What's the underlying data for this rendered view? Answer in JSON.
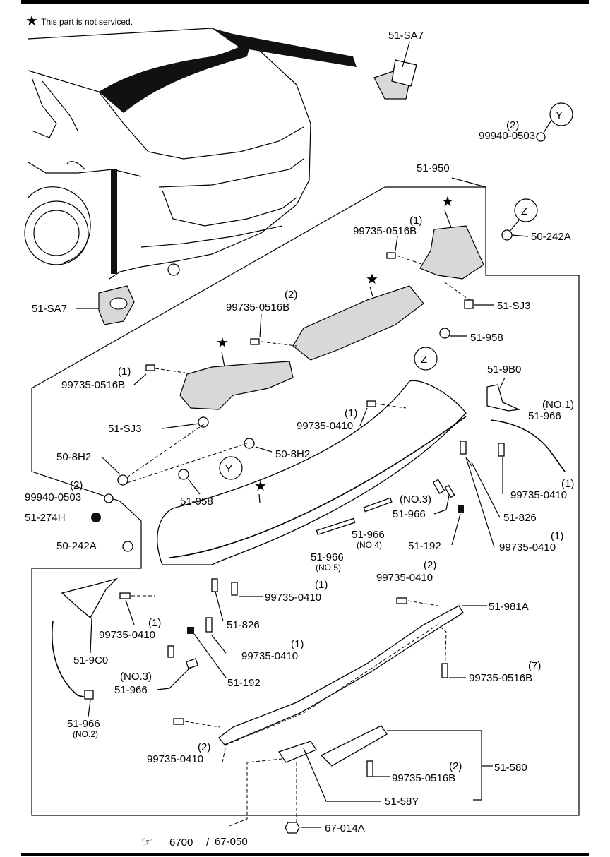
{
  "note": "This part is not serviced.",
  "labels": {
    "sa7_top": "51-SA7",
    "y_sym": "Y",
    "p99940_qty": "(2)",
    "p99940": "99940-0503",
    "p51_950": "51-950",
    "z_sym": "Z",
    "p50_242a": "50-242A",
    "sa7_left": "51-SA7",
    "b1_qty": "(1)",
    "b1": "99735-0516B",
    "b2_qty": "(2)",
    "b2": "99735-0516B",
    "sj3_right": "51-SJ3",
    "p958_right": "51-958",
    "z_sym2": "Z",
    "b3_qty": "(1)",
    "b3": "99735-0516B",
    "p9b0": "51-9B0",
    "no1": "(NO.1)",
    "p966_no1": "51-966",
    "s1_qty": "(1)",
    "s1": "99735-0410",
    "sj3_left": "51-SJ3",
    "p8h2_right": "50-8H2",
    "p8h2_left": "50-8H2",
    "y_sym2": "Y",
    "s2_qty": "(1)",
    "s2": "99735-0410",
    "p99940b_qty": "(2)",
    "p99940b": "99940-0503",
    "p958_left": "51-958",
    "no3_a": "(NO.3)",
    "p966_no3": "51-966",
    "p826_right": "51-826",
    "p274h": "51-274H",
    "p966_no4": "51-966",
    "no4": "(NO 4)",
    "p192_right": "51-192",
    "s3_qty": "(1)",
    "s3": "99735-0410",
    "p242a_left": "50-242A",
    "p966_no5": "51-966",
    "no5": "(NO 5)",
    "s4_qty": "(2)",
    "s4": "99735-0410",
    "s5_qty": "(1)",
    "s5": "99735-0410",
    "p981a": "51-981A",
    "s6_qty": "(1)",
    "s6": "99735-0410",
    "p826_left": "51-826",
    "p9c0": "51-9C0",
    "s7_qty": "(1)",
    "s7": "99735-0410",
    "b7_qty": "(7)",
    "b7": "99735-0516B",
    "no3_b": "(NO.3)",
    "p966_no3b": "51-966",
    "p192_left": "51-192",
    "p966_no2": "51-966",
    "no2": "(NO.2)",
    "s8_qty": "(2)",
    "s8": "99735-0410",
    "b8_qty": "(2)",
    "b8": "99735-0516B",
    "p580": "51-580",
    "p58y": "51-58Y",
    "ref_main": "6700",
    "ref_sub": "67-050",
    "p014a": "67-014A"
  }
}
